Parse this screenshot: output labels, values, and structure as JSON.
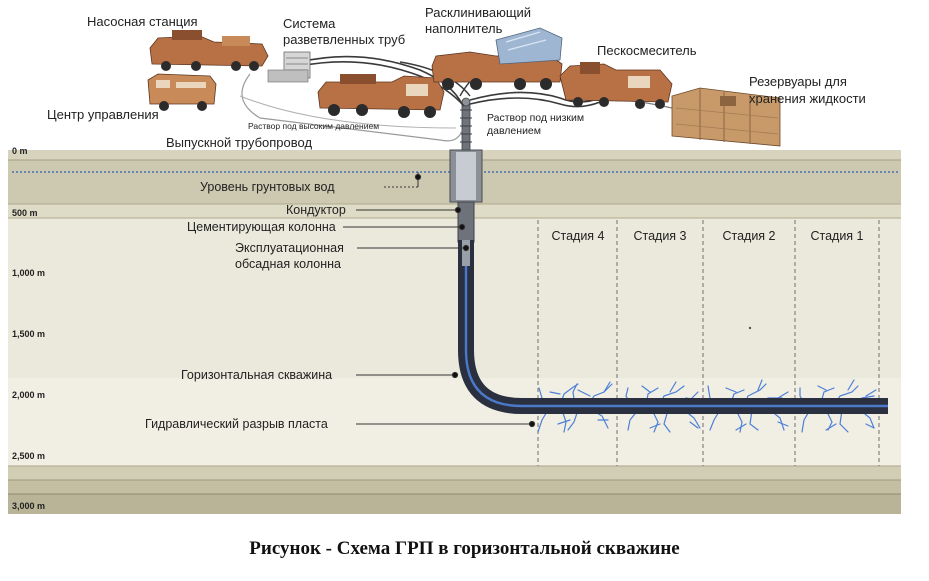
{
  "labels": {
    "pump_station": "Насосная станция",
    "manifold_line1": "Система",
    "manifold_line2": "разветвленных труб",
    "proppant_line1": "Расклинивающий",
    "proppant_line2": "наполнитель",
    "blender": "Пескосмеситель",
    "tanks_line1": "Резервуары для",
    "tanks_line2": "хранения жидкости",
    "control_center": "Центр управления",
    "high_pressure": "Раствор под высоким давлением",
    "low_pressure_line1": "Раствор под низким",
    "low_pressure_line2": "давлением",
    "flowline": "Выпускной трубопровод",
    "groundwater": "Уровень грунтовых вод",
    "conductor": "Кондуктор",
    "cement_casing": "Цементирующая колонна",
    "production_casing_line1": "Эксплуатационная",
    "production_casing_line2": "обсадная колонна",
    "horizontal_well": "Горизонтальная скважина",
    "frac": "Гидравлический разрыв пласта"
  },
  "depths": [
    "0 m",
    "500 m",
    "1,000 m",
    "1,500 m",
    "2,000 m",
    "2,500 m",
    "3,000 m"
  ],
  "stages": [
    "Стадия 4",
    "Стадия 3",
    "Стадия 2",
    "Стадия 1"
  ],
  "caption": "Рисунок  - Схема ГРП в горизонтальной скважине",
  "colors": {
    "ground": "#cfcbb2",
    "ground_light": "#e6e3d2",
    "well": "#2a3040",
    "well_core": "#4a79c9",
    "fracture": "#4d7fd6",
    "truck": "#b87045",
    "tank": "#c89a6a",
    "proppant_tank": "#9fb6d3"
  }
}
